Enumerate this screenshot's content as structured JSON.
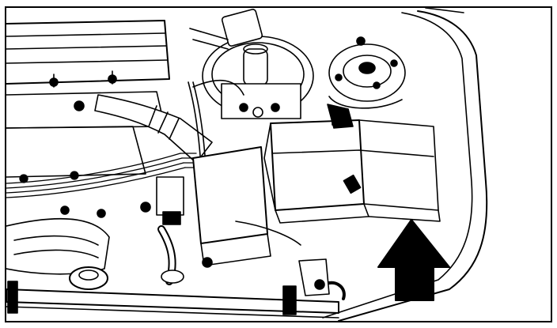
{
  "illustration": {
    "subject": "engine-bay-line-drawing",
    "style": "black-ink-on-white",
    "highlight": "battery-location-arrow",
    "colors": {
      "ink": "#000000",
      "paper": "#ffffff"
    }
  }
}
